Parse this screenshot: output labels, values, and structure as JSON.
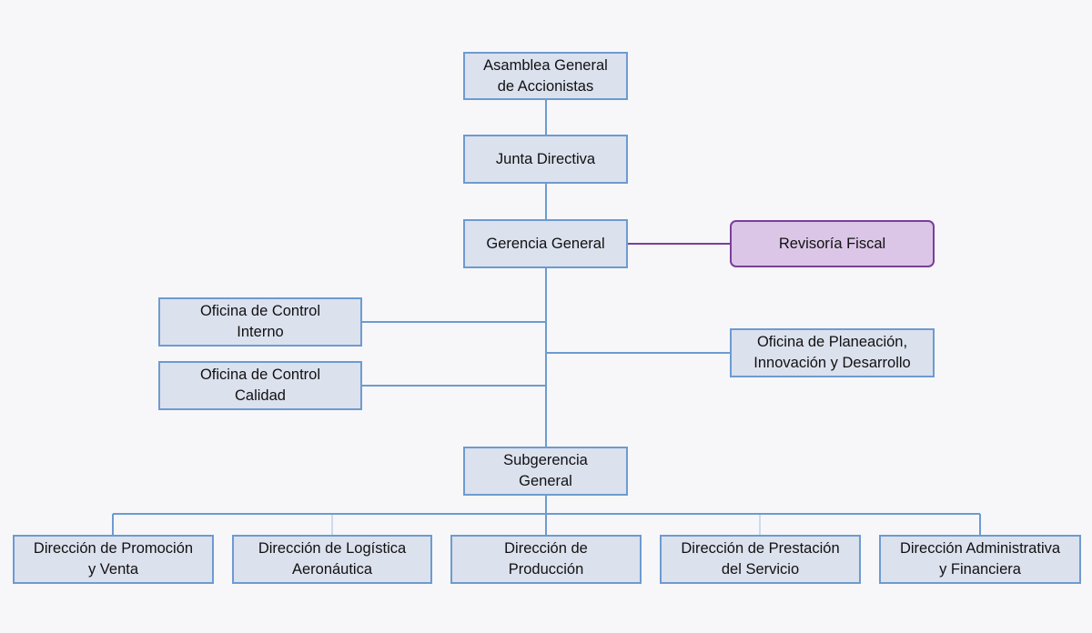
{
  "nodes": {
    "asamblea": "Asamblea General\nde Accionistas",
    "junta": "Junta Directiva",
    "gerencia": "Gerencia General",
    "revisoria": "Revisoría Fiscal",
    "control_interno": "Oficina de Control\nInterno",
    "control_calidad": "Oficina de Control\nCalidad",
    "planeacion": "Oficina de Planeación,\nInnovación y Desarrollo",
    "subgerencia": "Subgerencia\nGeneral",
    "promocion": "Dirección de Promoción\ny Venta",
    "logistica": "Dirección de Logística\nAeronáutica",
    "produccion": "Dirección de\nProducción",
    "prestacion": "Dirección de Prestación\ndel Servicio",
    "administrativa": "Dirección Administrativa\ny Financiera"
  },
  "colors": {
    "box_fill": "#dce1ee",
    "box_border": "#6d9bd0",
    "fiscal_fill": "#dcc6e8",
    "fiscal_border": "#7a3f98",
    "connector_blue": "#6d9bd0",
    "connector_purple": "#7a3f98",
    "background": "#f7f7f9"
  }
}
